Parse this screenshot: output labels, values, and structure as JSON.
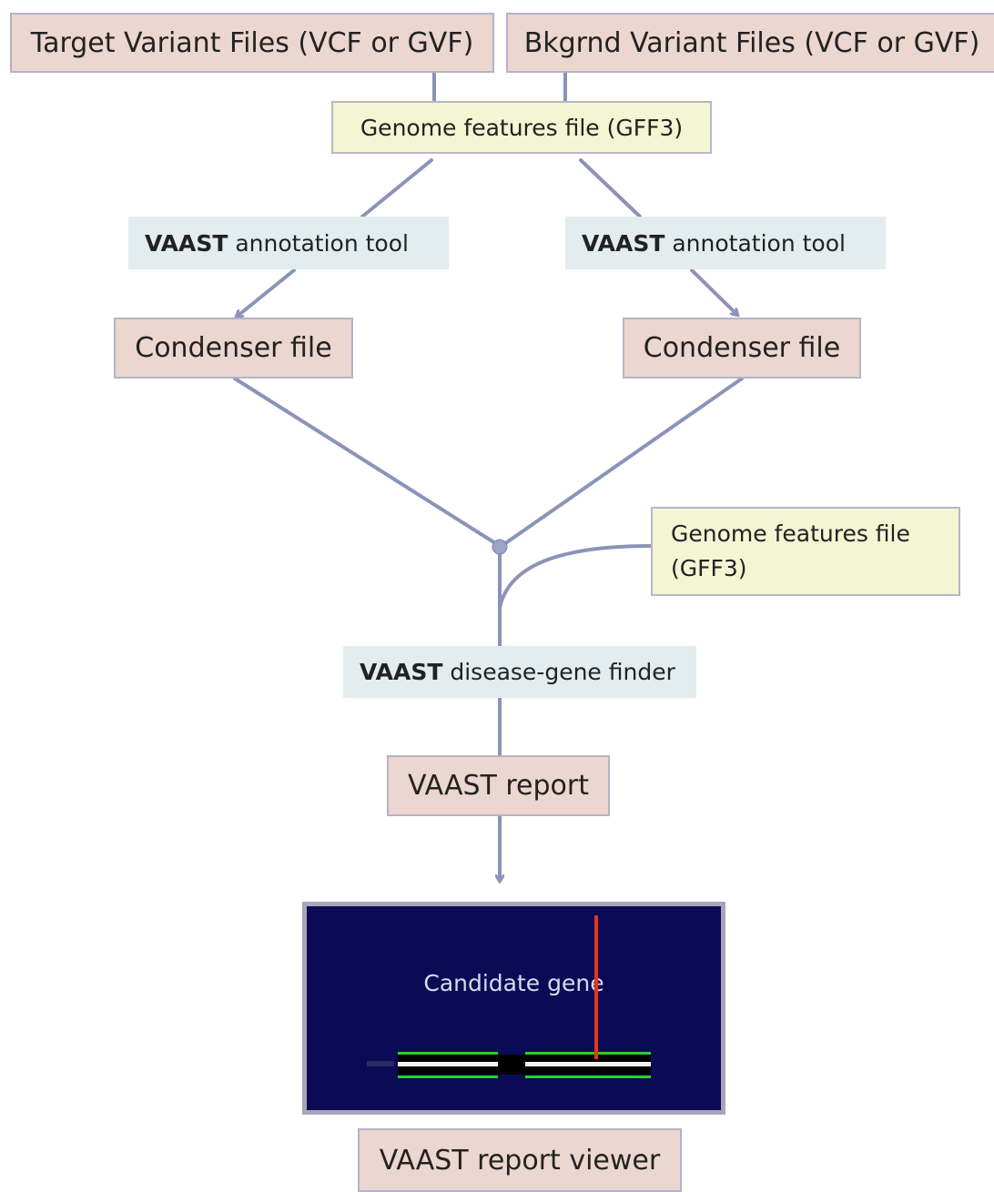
{
  "boxes": {
    "target_files": "Target Variant Files (VCF or GVF)",
    "bkgrnd_files": "Bkgrnd Variant Files (VCF or GVF)",
    "gff_top": "Genome features file (GFF3)",
    "condenser_left": "Condenser file",
    "condenser_right": "Condenser file",
    "gff_mid_line1": "Genome features file",
    "gff_mid_line2": "(GFF3)",
    "vaast_report": "VAAST report",
    "vaast_report_viewer": "VAAST report viewer"
  },
  "tools": {
    "annotation_left": {
      "bold": "VAAST",
      "text": " annotation tool"
    },
    "annotation_right": {
      "bold": "VAAST",
      "text": " annotation tool"
    },
    "disease_gene_finder": {
      "bold": "VAAST",
      "text": " disease-gene finder"
    }
  },
  "viewer": {
    "candidate_label": "Candidate gene"
  },
  "colors": {
    "connector": "#8b93b8",
    "file_box_fill": "#ecd6d0",
    "gff_box_fill": "#f3f5d3",
    "tool_fill": "#e3ecee",
    "viewer_background": "#0b0b55",
    "candidate_marker": "#e8321e",
    "track_green": "#27d12c"
  }
}
